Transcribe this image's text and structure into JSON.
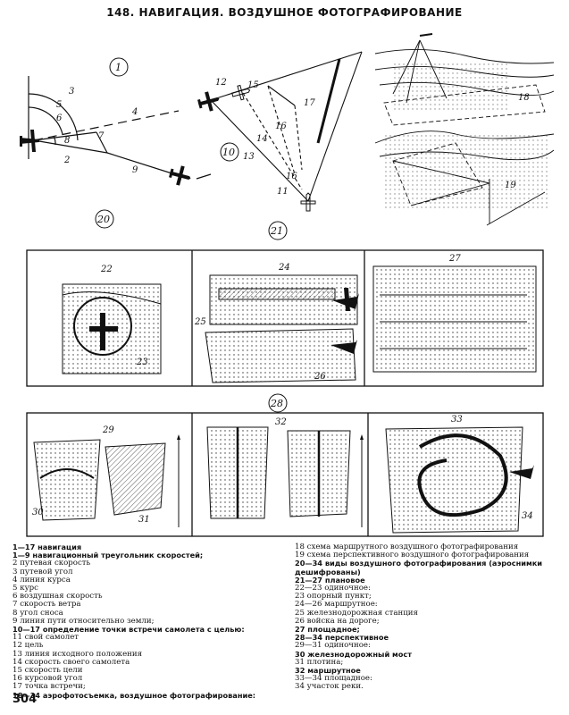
{
  "title": "148. НАВИГАЦИЯ. ВОЗДУШНОЕ ФОТОГРАФИРОВАНИЕ",
  "page_number": "304",
  "figure_labels": {
    "n1": "1",
    "n2": "2",
    "n3": "3",
    "n4": "4",
    "n5": "5",
    "n6": "6",
    "n7": "7",
    "n8": "8",
    "n9": "9",
    "n10": "10",
    "n11": "11",
    "n12": "12",
    "n13": "13",
    "n14": "14",
    "n15": "15",
    "n16": "16",
    "n17": "17",
    "n18": "18",
    "n19": "19",
    "n20": "20",
    "n21": "21",
    "n22": "22",
    "n23": "23",
    "n24": "24",
    "n25": "25",
    "n26": "26",
    "n27": "27",
    "n28": "28",
    "n29": "29",
    "n30": "30",
    "n31": "31",
    "n32": "32",
    "n33": "33",
    "n34": "34"
  },
  "legend_left": [
    {
      "text": "1—17 навигация",
      "bold": true
    },
    {
      "text": "1—9 навигационный треугольник скоростей;",
      "bold": true
    },
    {
      "text": "2 путевая скорость",
      "bold": false
    },
    {
      "text": "3 путевой угол",
      "bold": false
    },
    {
      "text": "4 линия курса",
      "bold": false
    },
    {
      "text": "5 курс",
      "bold": false
    },
    {
      "text": "6 воздушная скорость",
      "bold": false
    },
    {
      "text": "7 скорость ветра",
      "bold": false
    },
    {
      "text": "8 угол сноса",
      "bold": false
    },
    {
      "text": "9 линия пути относительно земли;",
      "bold": false
    },
    {
      "text": "10—17 определение точки встречи самолета с целью:",
      "bold": true
    },
    {
      "text": "11 свой самолет",
      "bold": false
    },
    {
      "text": "12 цель",
      "bold": false
    },
    {
      "text": "13 линия исходного положения",
      "bold": false
    },
    {
      "text": "14 скорость своего самолета",
      "bold": false
    },
    {
      "text": "15 скорость цели",
      "bold": false
    },
    {
      "text": "16 курсовой угол",
      "bold": false
    },
    {
      "text": "17 точка встречи;",
      "bold": false
    },
    {
      "text": "18—34 аэрофотосъемка, воздушное фотографирование:",
      "bold": true
    }
  ],
  "legend_right": [
    {
      "text": "18 схема маршрутного воздушного фотографирования",
      "bold": false
    },
    {
      "text": "19 схема перспективного воздушного фотографирования",
      "bold": false
    },
    {
      "text": "20—34 виды воздушного фотографирования (аэроснимки дешифрованы)",
      "bold": true
    },
    {
      "text": "21—27 плановое",
      "bold": true
    },
    {
      "text": "22—23 одиночное:",
      "bold": false
    },
    {
      "text": "23 опорный пункт;",
      "bold": false
    },
    {
      "text": "24—26 маршрутное:",
      "bold": false
    },
    {
      "text": "25 железнодорожная станция",
      "bold": false
    },
    {
      "text": "26 войска на дороге;",
      "bold": false
    },
    {
      "text": "27 площадное;",
      "bold": true
    },
    {
      "text": "28—34 перспективное",
      "bold": true
    },
    {
      "text": "29—31 одиночное:",
      "bold": false
    },
    {
      "text": "30 железнодорожный мост",
      "bold": true
    },
    {
      "text": "31 плотина;",
      "bold": false
    },
    {
      "text": "32 маршрутное",
      "bold": true
    },
    {
      "text": "33—34 площадное:",
      "bold": false
    },
    {
      "text": "34 участок реки.",
      "bold": false
    }
  ]
}
